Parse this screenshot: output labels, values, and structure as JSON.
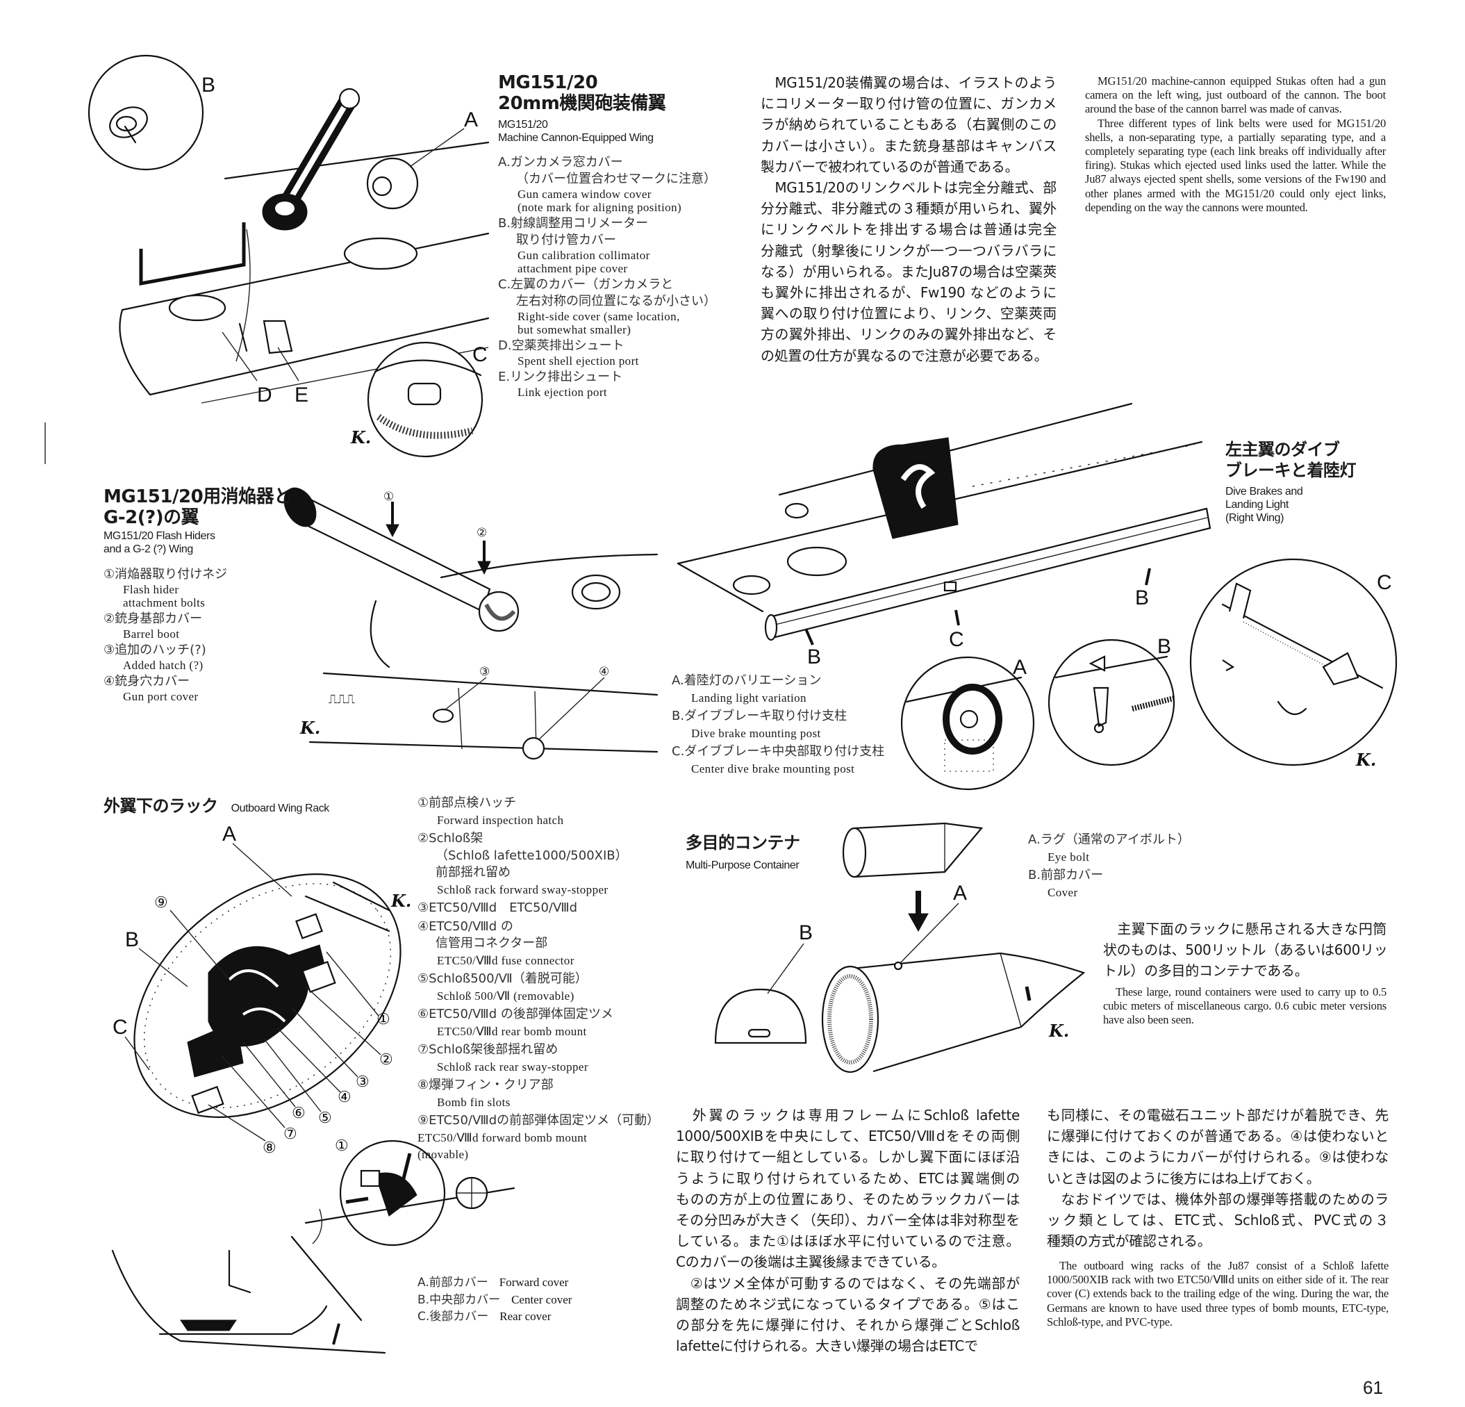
{
  "page_number": "61",
  "gun_wing": {
    "title": [
      "MG151/20",
      "20mm機関砲装備翼"
    ],
    "subtitle": [
      "MG151/20",
      "Machine Cannon-Equipped Wing"
    ],
    "legend": [
      {
        "jp": [
          "A.ガンカメラ窓カバー",
          "（カバー位置合わせマークに注意）"
        ],
        "en": [
          "Gun camera window cover",
          "(note mark for aligning position)"
        ]
      },
      {
        "jp": [
          "B.射線調整用コリメーター",
          "取り付け管カバー"
        ],
        "en": [
          "Gun calibration collimator",
          "attachment pipe cover"
        ]
      },
      {
        "jp": [
          "C.左翼のカバー（ガンカメラと",
          "左右対称の同位置になるが小さい）"
        ],
        "en": [
          "Right-side cover (same location,",
          "but somewhat smaller)"
        ]
      },
      {
        "jp": [
          "D.空薬莢排出シュート"
        ],
        "en": [
          "Spent shell ejection port"
        ]
      },
      {
        "jp": [
          "E.リンク排出シュート"
        ],
        "en": [
          "Link ejection port"
        ]
      }
    ],
    "labels": {
      "a": "A",
      "b": "B",
      "c": "C",
      "d": "D",
      "e": "E"
    }
  },
  "gun_text": {
    "jp": [
      [
        "　MG151/20装備翼の場合は、イラストのよう",
        "にコリメーター取り付け管の位置に、ガンカメ",
        "ラが納められていることもある（右翼側のこの",
        "カバーは小さい）。また銃身基部はキャンバス",
        "製カバーで被われているのが普通である。"
      ],
      [
        "　MG151/20のリンクベルトは完全分離式、部",
        "分分離式、非分離式の３種類が用いられ、翼外",
        "にリンクベルトを排出する場合は普通は完全",
        "分離式（射撃後にリンクが一つ一つバラバラに",
        "なる）が用いられる。またJu87の場合は空薬莢",
        "も翼外に排出されるが、Fw190 などのように",
        "翼への取り付け位置により、リンク、空薬莢両",
        "方の翼外排出、リンクのみの翼外排出など、そ",
        "の処置の仕方が異なるので注意が必要である。"
      ]
    ],
    "en": [
      "MG151/20 machine-cannon equipped Stukas often had a gun camera on the left wing, just outboard of the cannon.  The boot around the base of the cannon barrel was made of canvas.",
      "Three different types of link belts were used for MG151/20 shells, a non-separating type, a partially separating type, and a completely separating type (each link breaks off individually after firing).  Stukas which ejected used links used the latter.  While the Ju87 always ejected spent shells, some versions of the Fw190 and other planes armed with the MG151/20 could only eject links, depending on the way the cannons were mounted."
    ]
  },
  "flash_hider": {
    "title": [
      "MG151/20用消焔器と",
      "G-2(?)の翼"
    ],
    "subtitle": [
      "MG151/20 Flash Hiders",
      "and a G-2 (?) Wing"
    ],
    "legend": [
      {
        "jp": [
          "①消焔器取り付けネジ"
        ],
        "en": [
          "Flash hider",
          "attachment bolts"
        ]
      },
      {
        "jp": [
          "②銃身基部カバー"
        ],
        "en": [
          "Barrel boot"
        ]
      },
      {
        "jp": [
          "③追加のハッチ(?)"
        ],
        "en": [
          "Added hatch (?)"
        ]
      },
      {
        "jp": [
          "④銃身穴カバー"
        ],
        "en": [
          "Gun port cover"
        ]
      }
    ],
    "labels": {
      "n1": "①",
      "n2": "②",
      "n3": "③",
      "n4": "④"
    }
  },
  "dive_brake": {
    "title": [
      "左主翼のダイブ",
      "ブレーキと着陸灯"
    ],
    "subtitle": [
      "Dive Brakes and",
      "Landing Light",
      "(Right Wing)"
    ],
    "legend": [
      {
        "jp": [
          "A.着陸灯のバリエーション"
        ],
        "en": [
          "Landing light variation"
        ]
      },
      {
        "jp": [
          "B.ダイブブレーキ取り付け支柱"
        ],
        "en": [
          "Dive brake mounting post"
        ]
      },
      {
        "jp": [
          "C.ダイブブレーキ中央部取り付け支柱"
        ],
        "en": [
          "Center dive brake mounting post"
        ]
      }
    ],
    "labels": {
      "a": "A",
      "b": "B",
      "c": "C"
    }
  },
  "wing_rack": {
    "title": "外翼下のラック",
    "subtitle": "Outboard Wing Rack",
    "legend": [
      {
        "jp": [
          "①前部点検ハッチ"
        ],
        "en": [
          "Forward inspection hatch"
        ]
      },
      {
        "jp": [
          "②Schloß架",
          "（Schloß lafette1000/500XIB）",
          "前部揺れ留め"
        ],
        "en": [
          "Schloß rack forward sway-stopper"
        ]
      },
      {
        "jp": [
          "③ETC50/Ⅷd　ETC50/Ⅷd"
        ],
        "en": []
      },
      {
        "jp": [
          "④ETC50/Ⅷd の",
          "信管用コネクター部"
        ],
        "en": [
          "ETC50/Ⅷd fuse connector"
        ]
      },
      {
        "jp": [
          "⑤Schloß500/Ⅶ（着脱可能）"
        ],
        "en": [
          "Schloß 500/Ⅶ (removable)"
        ]
      },
      {
        "jp": [
          "⑥ETC50/Ⅷd の後部弾体固定ツメ"
        ],
        "en": [
          "ETC50/Ⅷd rear bomb mount"
        ]
      },
      {
        "jp": [
          "⑦Schloß架後部揺れ留め"
        ],
        "en": [
          "Schloß rack rear sway-stopper"
        ]
      },
      {
        "jp": [
          "⑧爆弾フィン・クリア部"
        ],
        "en": [
          "Bomb fin slots"
        ]
      },
      {
        "jp": [
          "⑨ETC50/Ⅷdの前部弾体固定ツメ（可動）"
        ],
        "en": [
          "ETC50/Ⅷd forward bomb mount",
          "(movable)"
        ],
        "noindent": true
      }
    ],
    "covers": [
      {
        "jp": "A.前部カバー",
        "en": "Forward cover"
      },
      {
        "jp": "B.中央部カバー",
        "en": "Center cover"
      },
      {
        "jp": "C.後部カバー",
        "en": "Rear cover"
      }
    ],
    "labels": {
      "a": "A",
      "b": "B",
      "c": "C",
      "n1": "①",
      "n2": "②",
      "n3": "③",
      "n4": "④",
      "n5": "⑤",
      "n6": "⑥",
      "n7": "⑦",
      "n8": "⑧",
      "n9": "⑨",
      "inset1": "①"
    }
  },
  "container": {
    "title": "多目的コンテナ",
    "subtitle": "Multi-Purpose Container",
    "legend": [
      {
        "jp": [
          "A.ラグ（通常のアイボルト）"
        ],
        "en": [
          "Eye bolt"
        ]
      },
      {
        "jp": [
          "B.前部カバー"
        ],
        "en": [
          "Cover"
        ]
      }
    ],
    "labels": {
      "a": "A",
      "b": "B"
    },
    "jp": [
      [
        "　主翼下面のラックに懸吊される大きな円筒",
        "状のものは、500リットル（あるいは600リッ",
        "トル）の多目的コンテナである。"
      ]
    ],
    "en": [
      "These large, round containers were used to carry up to 0.5 cubic meters of miscellaneous cargo.  0.6 cubic meter versions have also been seen."
    ]
  },
  "rack_text": {
    "col1": [
      [
        "　外翼のラックは専用フレームにSchloß lafette",
        "1000/500XIBを中央にして、ETC50/Ⅷdをその両側",
        "に取り付けて一組としている。しかし翼下面にほぼ沿",
        "うように取り付けられているため、ETCは翼端側の",
        "ものの方が上の位置にあり、そのためラックカバーは",
        "その分凹みが大きく（矢印）、カバー全体は非対称型を",
        "している。また①はほぼ水平に付いているので注意。",
        "Cのカバーの後端は主翼後縁まできている。"
      ],
      [
        "　②はツメ全体が可動するのではなく、その先端部が",
        "調整のためネジ式になっているタイプである。⑤はこ",
        "の部分を先に爆弾に付け、それから爆弾ごとSchloß",
        "lafetteに付けられる。大きい爆弾の場合はETCで"
      ]
    ],
    "col2": [
      [
        "も同様に、その電磁石ユニット部だけが着脱でき、先",
        "に爆弾に付けておくのが普通である。④は使わないと",
        "きには、このようにカバーが付けられる。⑨は使わな",
        "いときは図のように後方にはね上げておく。"
      ],
      [
        "　なおドイツでは、機体外部の爆弾等搭載のためのラ",
        "ック類としては、ETC式、Schloß式、PVC式の３",
        "種類の方式が確認される。"
      ]
    ],
    "en": [
      "The outboard wing racks of the Ju87 consist of a Schloß lafette 1000/500XIB rack with two ETC50/Ⅷd units on either side of it.  The rear cover (C) extends back to the trailing edge of the wing.  During the war, the Germans are known to have used three types of bomb mounts, ETC-type, Schloß-type, and PVC-type."
    ]
  },
  "artist_mark": "K."
}
